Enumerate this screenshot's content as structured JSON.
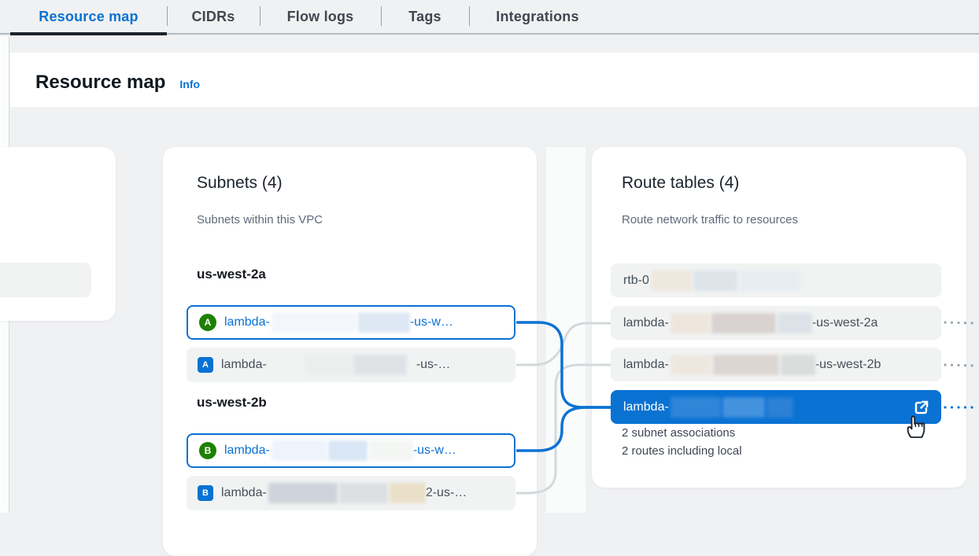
{
  "tabs": {
    "items": [
      {
        "label": "Resource map",
        "active": true
      },
      {
        "label": "CIDRs",
        "active": false
      },
      {
        "label": "Flow logs",
        "active": false
      },
      {
        "label": "Tags",
        "active": false
      },
      {
        "label": "Integrations",
        "active": false
      }
    ]
  },
  "header": {
    "title": "Resource map",
    "info_link": "Info"
  },
  "subnets_card": {
    "title": "Subnets (4)",
    "subtitle": "Subnets within this VPC",
    "groups": [
      {
        "name": "us-west-2a",
        "rows": [
          {
            "badge": "A",
            "badge_style": "green-circle",
            "prefix": "lambda-",
            "suffix": "-us-w…",
            "selected": true
          },
          {
            "badge": "A",
            "badge_style": "blue-square",
            "prefix": "lambda-",
            "suffix": "-us-…",
            "selected": false
          }
        ]
      },
      {
        "name": "us-west-2b",
        "rows": [
          {
            "badge": "B",
            "badge_style": "green-circle",
            "prefix": "lambda-",
            "suffix": "-us-w…",
            "selected": true
          },
          {
            "badge": "B",
            "badge_style": "blue-square",
            "prefix": "lambda-",
            "suffix": "2-us-…",
            "selected": false
          }
        ]
      }
    ]
  },
  "route_tables_card": {
    "title": "Route tables (4)",
    "subtitle": "Route network traffic to resources",
    "rows": [
      {
        "prefix": "rtb-0",
        "suffix": "",
        "selected": false
      },
      {
        "prefix": "lambda-",
        "suffix": "-us-west-2a",
        "selected": false
      },
      {
        "prefix": "lambda-",
        "suffix": "-us-west-2b",
        "selected": false
      },
      {
        "prefix": "lambda-",
        "suffix": "",
        "selected": true,
        "icon": "external-link-icon"
      }
    ],
    "selected_row_details": [
      "2 subnet associations",
      "2 routes including local"
    ]
  },
  "colors": {
    "accent_blue": "#0972d3",
    "badge_green": "#1d8102",
    "selected_row_bg": "#0972d3",
    "row_bg": "#f1f3f3",
    "card_bg": "#ffffff",
    "page_bg": "#f0f1f2",
    "tab_underline": "#1b232d",
    "connector_grey": "#d3d8da"
  }
}
